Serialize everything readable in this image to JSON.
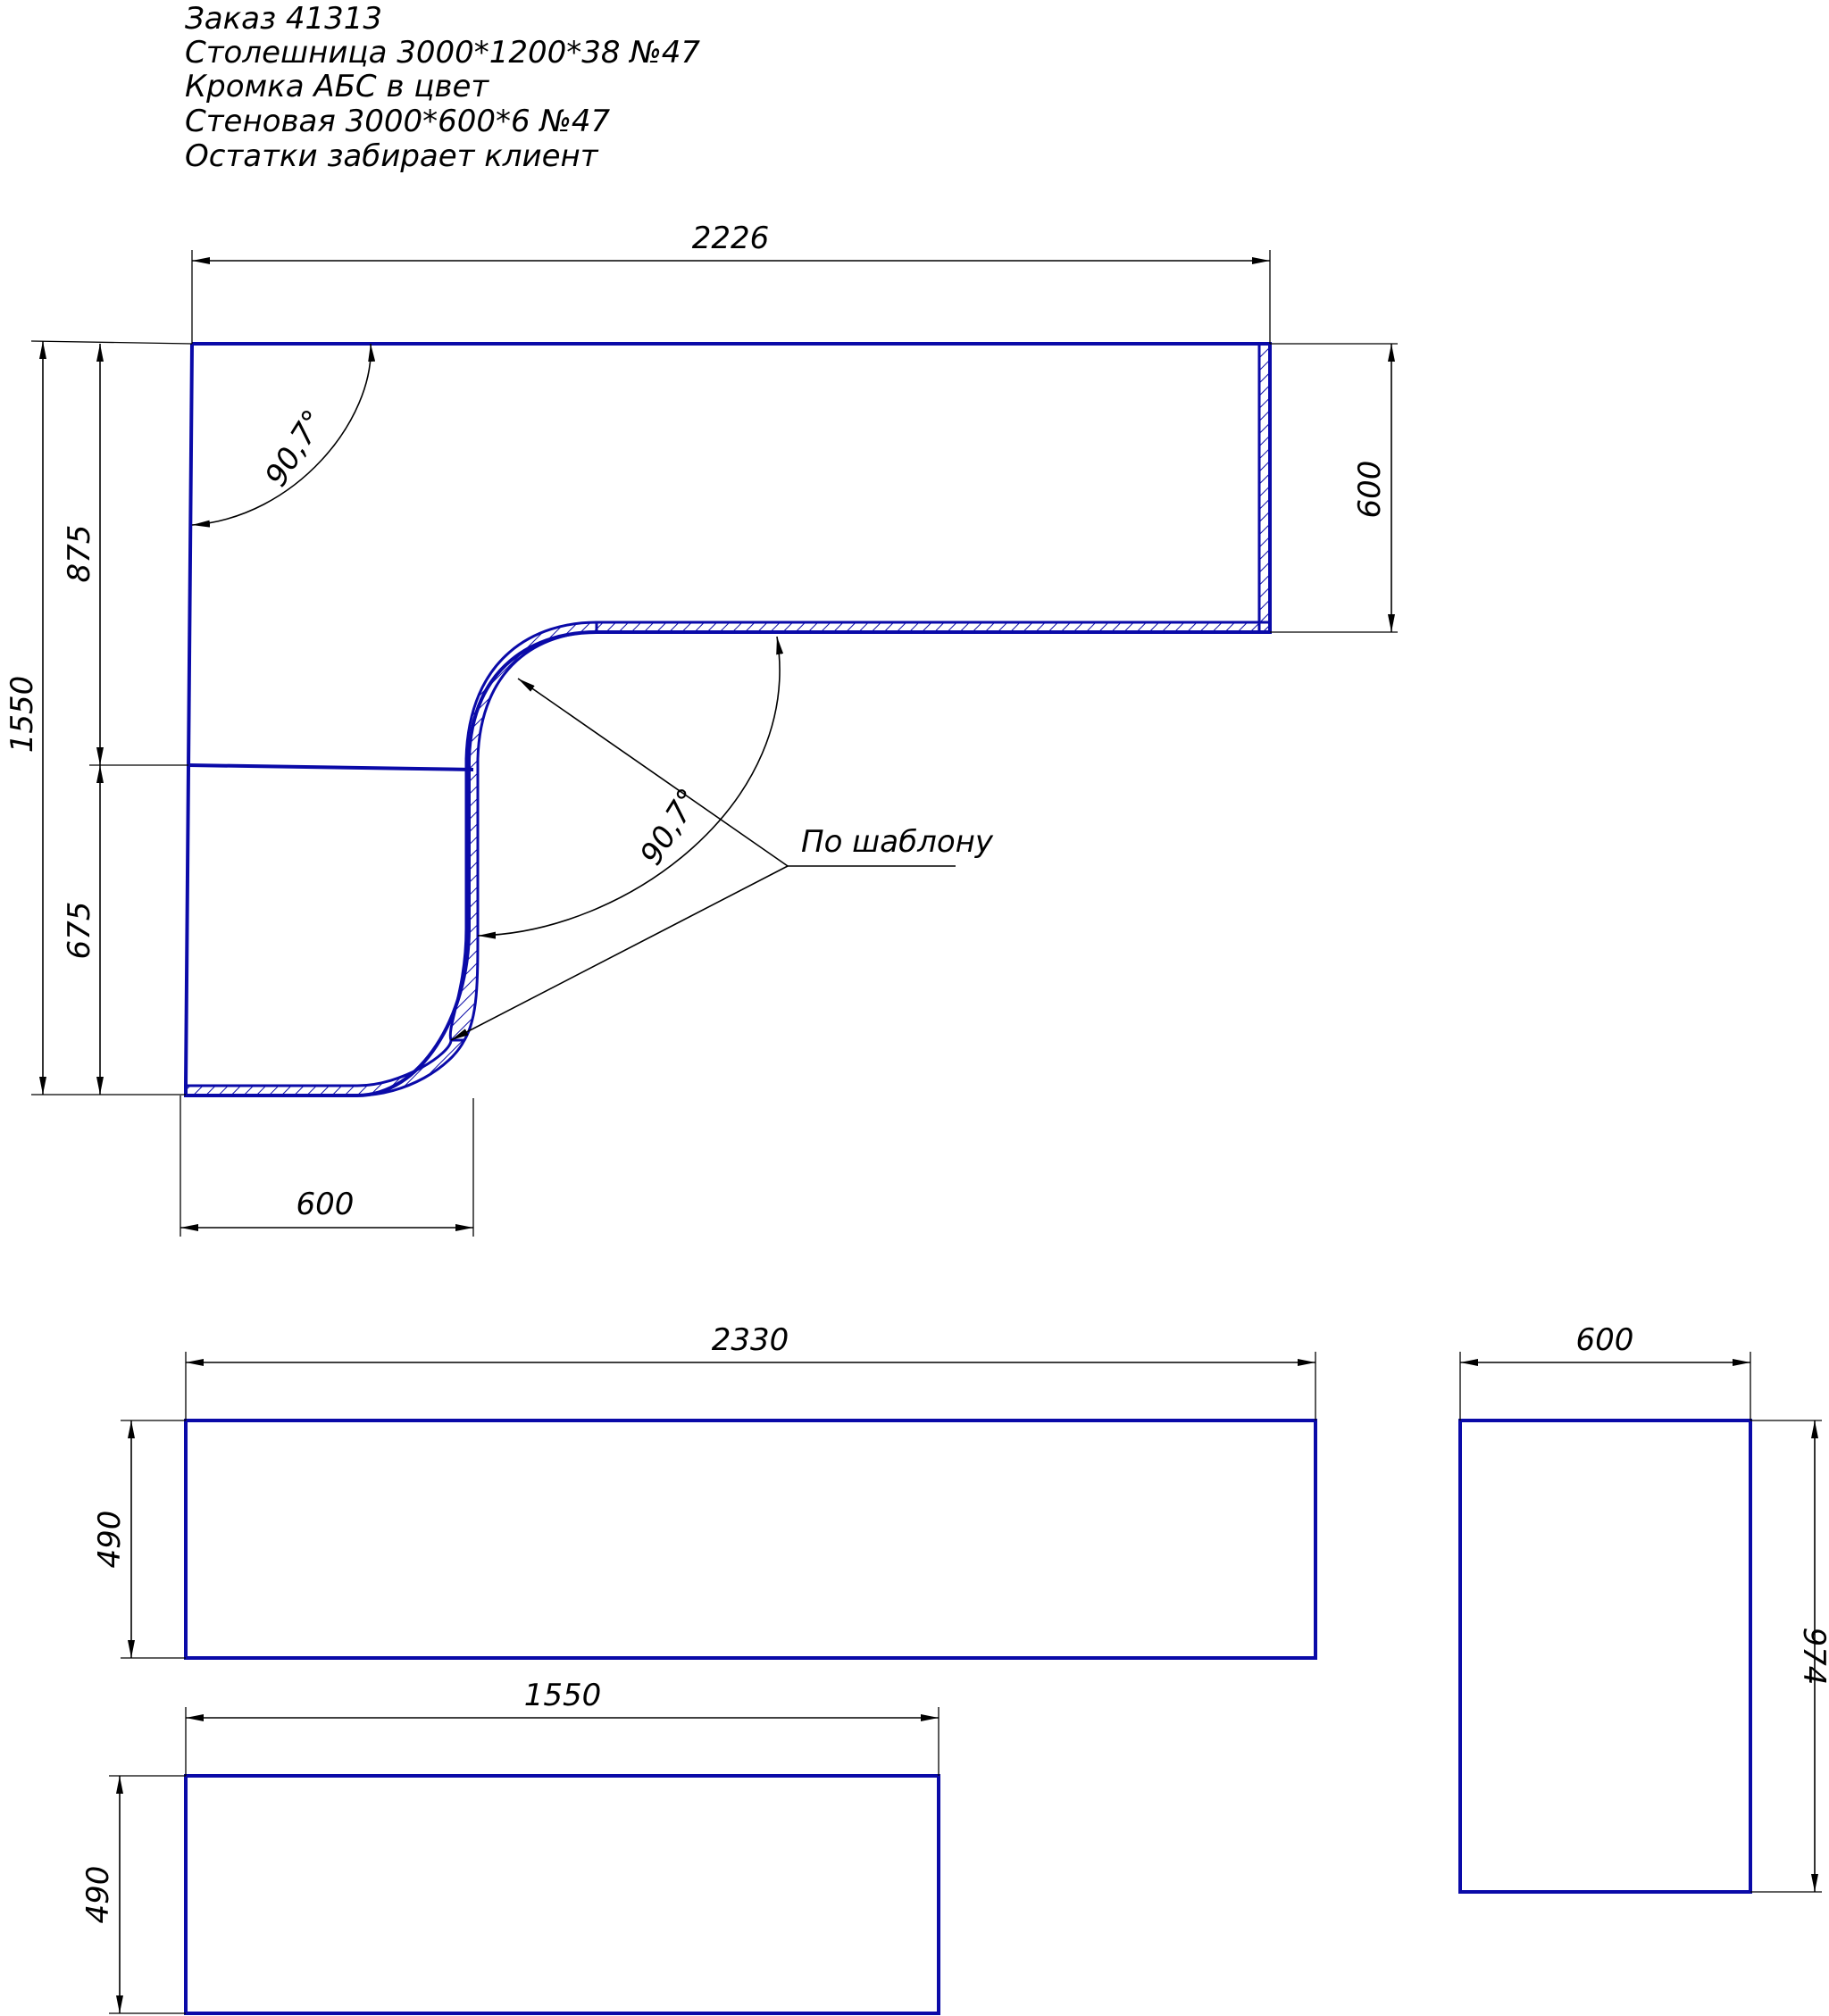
{
  "notes": [
    "Заказ 41313",
    "Столешница 3000*1200*38 №47",
    "Кромка АБС в цвет",
    "Стеновая 3000*600*6 №47",
    "Остатки забирает клиент"
  ],
  "countertop": {
    "width": "2226",
    "height_total": "1550",
    "height_upper": "875",
    "height_lower": "675",
    "right_depth": "600",
    "bottom_width": "600",
    "angle_outer": "90,7°",
    "angle_inner": "90,7°",
    "template_label": "По шаблону"
  },
  "panels": [
    {
      "width": "2330",
      "height": "490"
    },
    {
      "width": "1550",
      "height": "490"
    },
    {
      "width": "600",
      "height": "974"
    }
  ],
  "colors": {
    "part_outline": "#0a0aa8",
    "dimension": "#000000"
  }
}
